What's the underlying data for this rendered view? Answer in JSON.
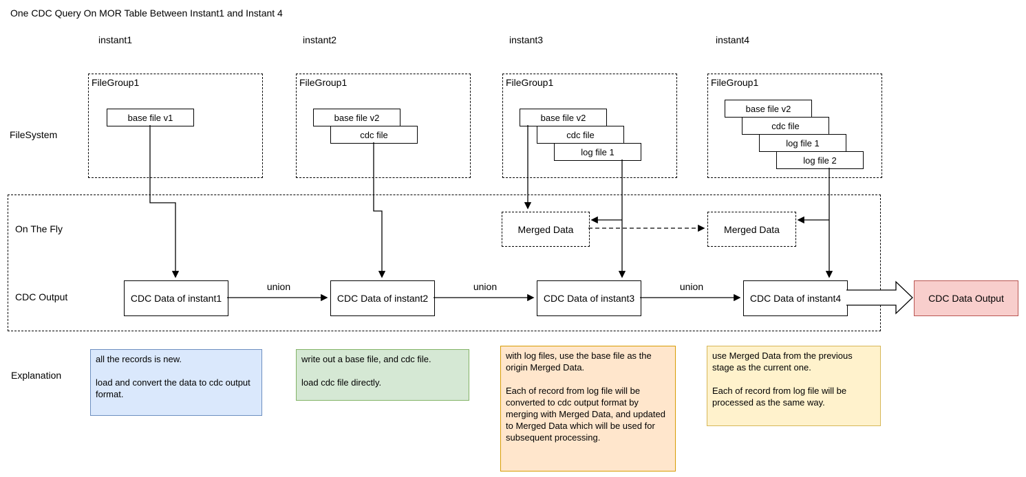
{
  "title": "One CDC Query On MOR Table Between Instant1 and Instant 4",
  "row_labels": {
    "filesystem": "FileSystem",
    "on_the_fly": "On The Fly",
    "cdc_output": "CDC Output",
    "explanation": "Explanation"
  },
  "union_label": "union",
  "merged_data_label": "Merged Data",
  "output_box_label": "CDC Data Output",
  "colors": {
    "line": "#000000",
    "output_fill": "#f8cecc",
    "output_border": "#b85450",
    "explanation_instant1_fill": "#dae8fc",
    "explanation_instant1_border": "#6c8ebf",
    "explanation_instant2_fill": "#d5e8d4",
    "explanation_instant2_border": "#82b366",
    "explanation_instant3_fill": "#ffe6cc",
    "explanation_instant3_border": "#d79b00",
    "explanation_instant4_fill": "#fff2cc",
    "explanation_instant4_border": "#d6b656"
  },
  "instants": [
    {
      "label": "instant1",
      "filegroup_label": "FileGroup1",
      "files": [
        "base file v1"
      ],
      "cdc_label": "CDC Data of instant1",
      "explanation": "all the records is new.\n\nload and convert the data to cdc output format."
    },
    {
      "label": "instant2",
      "filegroup_label": "FileGroup1",
      "files": [
        "base file v2",
        "cdc file"
      ],
      "cdc_label": "CDC Data of instant2",
      "explanation": "write out a base file, and cdc file.\n\nload cdc file directly."
    },
    {
      "label": "instant3",
      "filegroup_label": "FileGroup1",
      "files": [
        "base file v2",
        "cdc file",
        "log file 1"
      ],
      "cdc_label": "CDC Data of instant3",
      "explanation": "with log files, use the base file as the origin Merged Data.\n\nEach of record from log file will be converted to cdc output format by merging with Merged Data, and updated to Merged Data which will be used for subsequent processing."
    },
    {
      "label": "instant4",
      "filegroup_label": "FileGroup1",
      "files": [
        "base file v2",
        "cdc file",
        "log file 1",
        "log file 2"
      ],
      "cdc_label": "CDC Data of instant4",
      "explanation": "use Merged Data from the previous stage as the current one.\n\nEach of record from log file will be processed as the same way."
    }
  ]
}
